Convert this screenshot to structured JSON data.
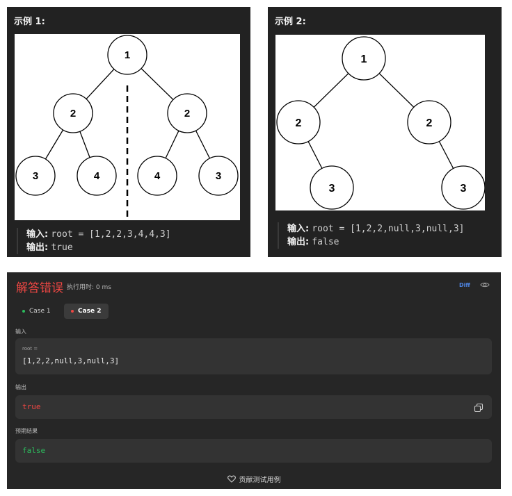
{
  "examples": [
    {
      "title": "示例 1:",
      "input_label": "输入:",
      "input_value": "root = [1,2,2,3,4,4,3]",
      "output_label": "输出:",
      "output_value": "true",
      "nodes": [
        "1",
        "2",
        "2",
        "3",
        "4",
        "4",
        "3"
      ]
    },
    {
      "title": "示例 2:",
      "input_label": "输入:",
      "input_value": "root = [1,2,2,null,3,null,3]",
      "output_label": "输出:",
      "output_value": "false",
      "nodes": [
        "1",
        "2",
        "2",
        "3",
        "3"
      ]
    }
  ],
  "result": {
    "status": "解答错误",
    "runtime": "执行用时: 0 ms",
    "diff_label": "Diff",
    "tabs": [
      {
        "label": "Case 1",
        "dot_color": "#2cbb5d"
      },
      {
        "label": "Case 2",
        "dot_color": "#ef4743"
      }
    ],
    "input_section": "输入",
    "input_var": "root =",
    "input_value": "[1,2,2,null,3,null,3]",
    "output_section": "输出",
    "output_value": "true",
    "expected_section": "预期结果",
    "expected_value": "false",
    "contribute_label": "贡献测试用例",
    "colors": {
      "error": "#ef4743",
      "success": "#2cbb5d",
      "panel": "#262626",
      "box": "#333333"
    }
  }
}
